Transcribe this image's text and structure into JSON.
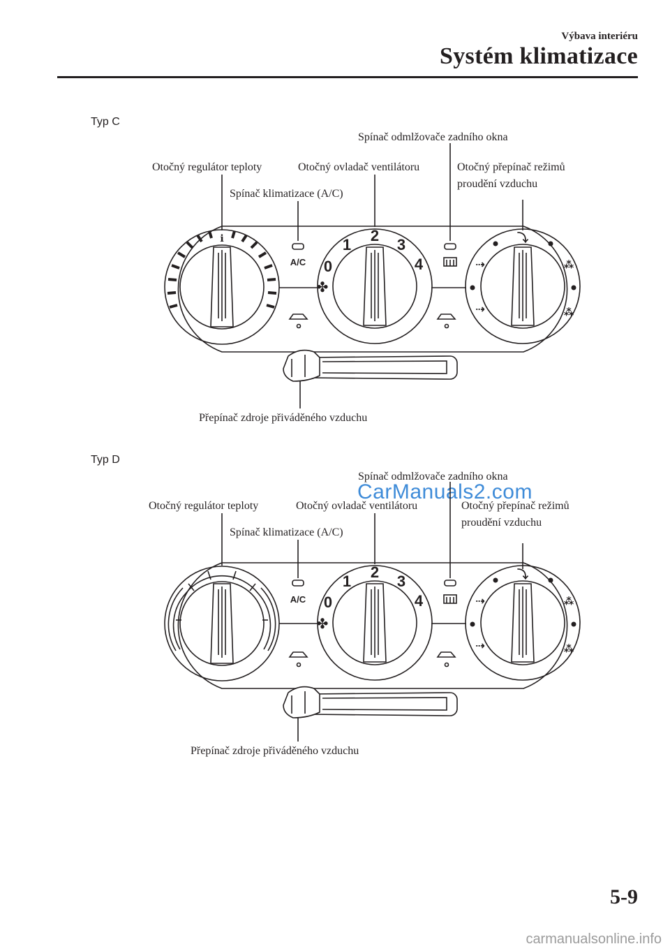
{
  "header": {
    "section": "Výbava interiéru",
    "title": "Systém klimatizace"
  },
  "diagrams": [
    {
      "type_label": "Typ C",
      "labels": {
        "rear_defogger": "Spínač odmlžovače zadního okna",
        "temp_dial": "Otočný regulátor teploty",
        "fan_dial": "Otočný ovladač ventilátoru",
        "mode_dial_1": "Otočný přepínač režimů",
        "mode_dial_2": "proudění vzduchu",
        "ac_switch": "Spínač klimatizace (A/C)",
        "air_intake": "Přepínač zdroje přiváděného vzduchu"
      },
      "panel": {
        "ac_text": "A/C",
        "fan_speeds": [
          "0",
          "1",
          "2",
          "3",
          "4"
        ]
      }
    },
    {
      "type_label": "Typ D",
      "labels": {
        "rear_defogger": "Spínač odmlžovače zadního okna",
        "temp_dial": "Otočný regulátor teploty",
        "fan_dial": "Otočný ovladač ventilátoru",
        "mode_dial_1": "Otočný přepínač režimů",
        "mode_dial_2": "proudění vzduchu",
        "ac_switch": "Spínač klimatizace (A/C)",
        "air_intake": "Přepínač zdroje přiváděného vzduchu"
      },
      "panel": {
        "ac_text": "A/C",
        "fan_speeds": [
          "0",
          "1",
          "2",
          "3",
          "4"
        ]
      }
    }
  ],
  "watermark": "CarManuals2.com",
  "page_number": "5-9",
  "footer": "carmanualsonline.info"
}
